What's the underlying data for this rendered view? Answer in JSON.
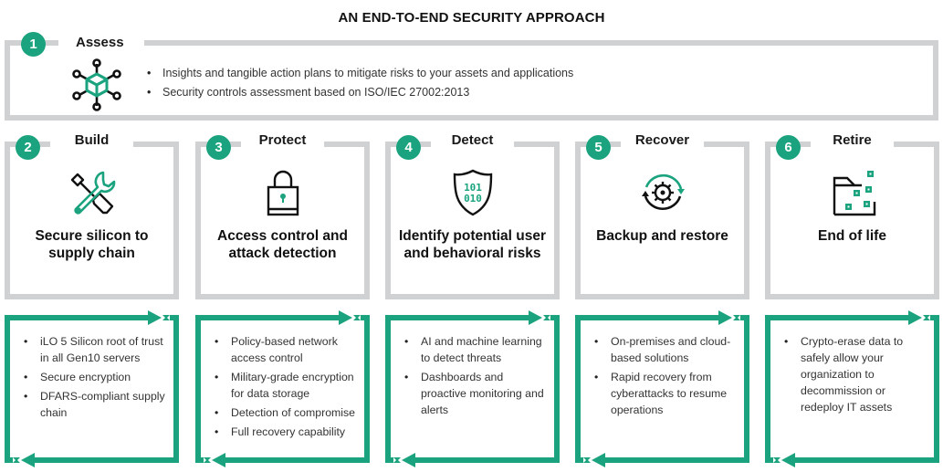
{
  "title": "AN END-TO-END SECURITY APPROACH",
  "colors": {
    "accent": "#1aa37e",
    "frame_gray": "#d0d1d3",
    "text": "#1a1a1a"
  },
  "assess": {
    "number": "1",
    "label": "Assess",
    "icon": "network-cube-icon",
    "bullets": [
      "Insights and tangible action plans to mitigate risks to your assets and applications",
      "Security controls assessment based on ISO/IEC 27002:2013"
    ]
  },
  "steps": [
    {
      "number": "2",
      "label": "Build",
      "icon": "tools-icon",
      "tagline": "Secure silicon to supply chain",
      "bullets": [
        "iLO 5 Silicon root of trust in all Gen10 servers",
        "Secure encryption",
        "DFARS-compliant supply chain"
      ]
    },
    {
      "number": "3",
      "label": "Protect",
      "icon": "padlock-icon",
      "tagline": "Access control and attack detection",
      "bullets": [
        "Policy-based network access control",
        "Military-grade encryption for data storage",
        "Detection of compromise",
        "Full recovery capability"
      ]
    },
    {
      "number": "4",
      "label": "Detect",
      "icon": "binary-shield-icon",
      "tagline": "Identify potential user and behavioral risks",
      "bullets": [
        "AI and machine learning to detect threats",
        "Dashboards and proactive monitoring and alerts"
      ]
    },
    {
      "number": "5",
      "label": "Recover",
      "icon": "gear-cycle-icon",
      "tagline": "Backup and restore",
      "bullets": [
        "On-premises and cloud-based solutions",
        "Rapid recovery from cyberattacks to resume operations"
      ]
    },
    {
      "number": "6",
      "label": "Retire",
      "icon": "folder-shred-icon",
      "tagline": "End of life",
      "bullets": [
        "Crypto-erase data to safely allow your organization to decommission or redeploy IT assets"
      ]
    }
  ]
}
